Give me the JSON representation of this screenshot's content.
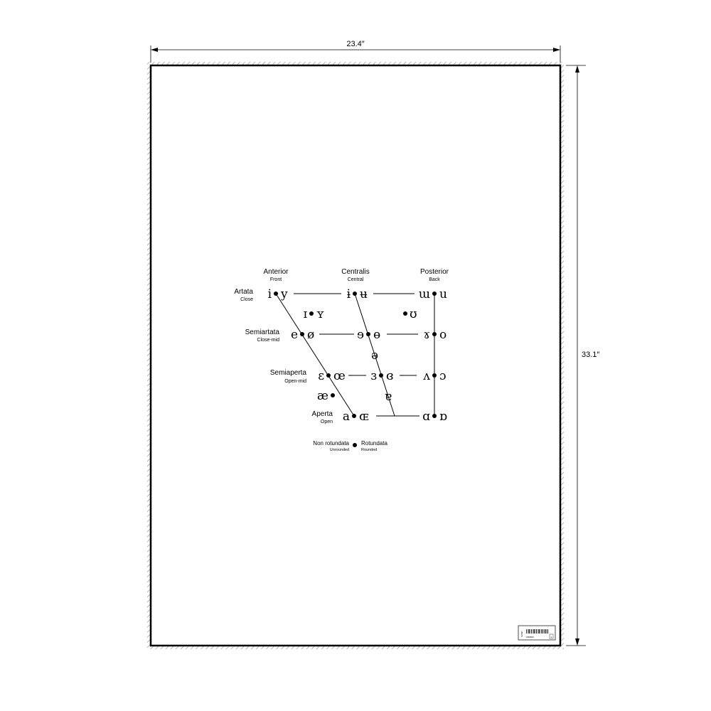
{
  "dimensions": {
    "width_label": "23.4″",
    "height_label": "33.1″"
  },
  "columns": [
    {
      "label": "Anterior",
      "sub": "Front"
    },
    {
      "label": "Centralis",
      "sub": "Central"
    },
    {
      "label": "Posterior",
      "sub": "Back"
    }
  ],
  "rows": [
    {
      "label": "Artata",
      "sub": "Close"
    },
    {
      "label": "Semiartata",
      "sub": "Close-mid"
    },
    {
      "label": "Semiaperta",
      "sub": "Open-mid"
    },
    {
      "label": "Aperta",
      "sub": "Open"
    }
  ],
  "vowels": {
    "close_front_u": "i",
    "close_front_r": "y",
    "close_central_u": "ɨ",
    "close_central_r": "ʉ",
    "close_back_u": "ɯ",
    "close_back_r": "u",
    "nearclose_front_u": "ɪ",
    "nearclose_front_r": "ʏ",
    "nearclose_back_r": "ʊ",
    "closemid_front_u": "e",
    "closemid_front_r": "ø",
    "closemid_central_u": "ɘ",
    "closemid_central_r": "ɵ",
    "closemid_back_u": "ɤ",
    "closemid_back_r": "o",
    "mid_central": "ə",
    "openmid_front_u": "ɛ",
    "openmid_front_r": "œ",
    "openmid_central_u": "ɜ",
    "openmid_central_r": "ɞ",
    "openmid_back_u": "ʌ",
    "openmid_back_r": "ɔ",
    "nearopen_front": "æ",
    "nearopen_central": "ɐ",
    "open_front_u": "a",
    "open_front_r": "ɶ",
    "open_back_u": "ɑ",
    "open_back_r": "ɒ"
  },
  "legend": {
    "unrounded": "Non rotundata",
    "unrounded_sub": "Unrounded",
    "rounded": "Rotundata",
    "rounded_sub": "Rounded"
  },
  "label_box": {
    "brand": "SAMP",
    "code": "LBR823",
    "box_number": "1"
  },
  "colors": {
    "ink": "#000000",
    "paper": "#ffffff",
    "hatch": "#888888"
  }
}
